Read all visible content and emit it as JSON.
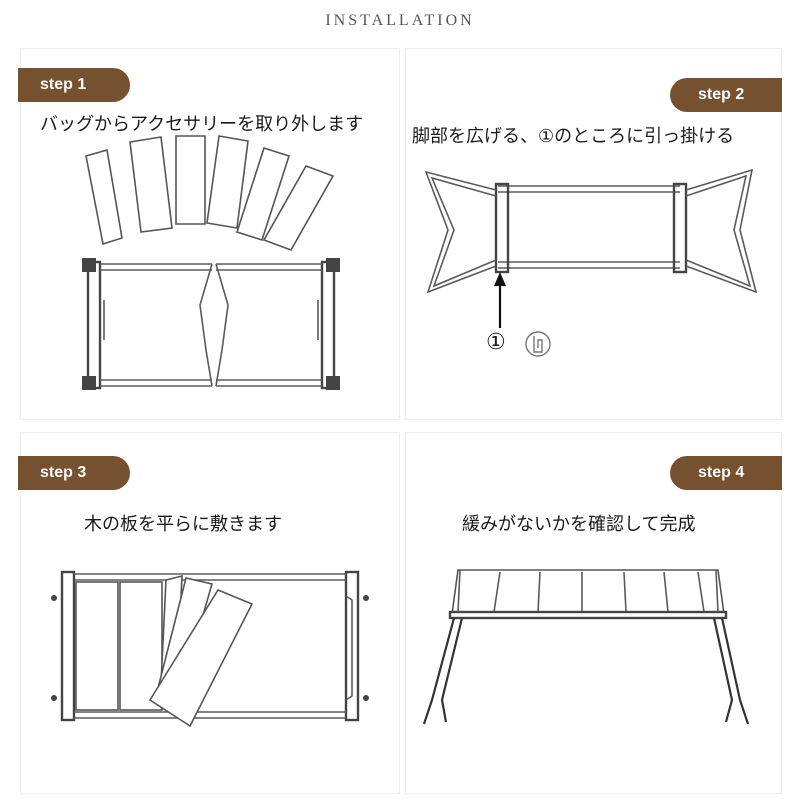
{
  "header": {
    "title": "INSTALLATION"
  },
  "steps": [
    {
      "label": "step 1",
      "text": "バッグからアクセサリーを取り外します"
    },
    {
      "label": "step 2",
      "text": "脚部を広げる、①のところに引っ掛ける",
      "marker": "①"
    },
    {
      "label": "step 3",
      "text": "木の板を平らに敷きます"
    },
    {
      "label": "step 4",
      "text": "緩みがないかを確認して完成"
    }
  ],
  "colors": {
    "tag_bg": "#75512f",
    "line": "#5a5a5a"
  },
  "icons": [
    "clip-icon",
    "arrow-up-icon"
  ]
}
